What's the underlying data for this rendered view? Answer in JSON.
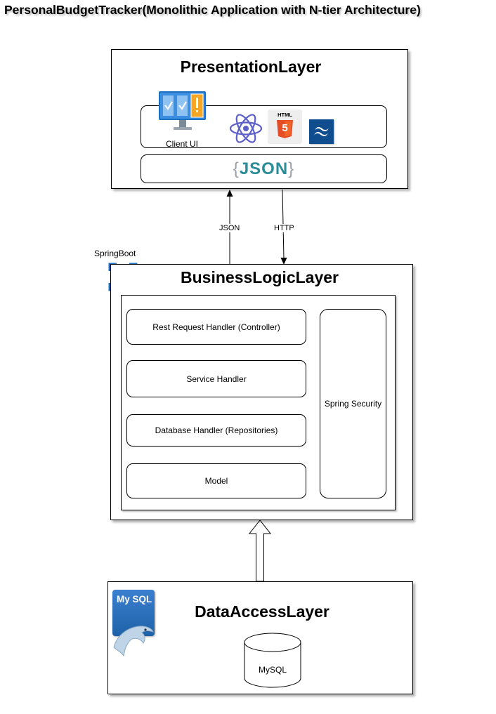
{
  "title": "PersonalBudgetTracker(Monolithic Application with N-tier Architecture)",
  "presentation": {
    "title": "PresentationLayer",
    "client_ui_label": "Client UI",
    "html5_badge": "HTML",
    "json_logo": {
      "open": "{",
      "text": "JSON",
      "close": "}"
    }
  },
  "connectors": {
    "up_label": "JSON",
    "down_label": "HTTP"
  },
  "business": {
    "badge_label": "SpringBoot",
    "title": "BusinessLogicLayer",
    "components": [
      "Rest Request Handler (Controller)",
      "Service Handler",
      "Database Handler (Repositories)",
      "Model"
    ],
    "security_label": "Spring Security"
  },
  "data": {
    "title": "DataAccessLayer",
    "mysql_logo_text": "My SQL",
    "db_label": "MySQL"
  },
  "colors": {
    "react": "#5b5fc7",
    "html5": "#e44d26",
    "tailwind_bg": "#0f4d8e",
    "json_text": "#2a8c99",
    "json_brace": "#9aa0a6",
    "spring_green": "#6db33f",
    "spring_blue": "#1a6fc2",
    "mysql_blue": "#1e62a8"
  }
}
